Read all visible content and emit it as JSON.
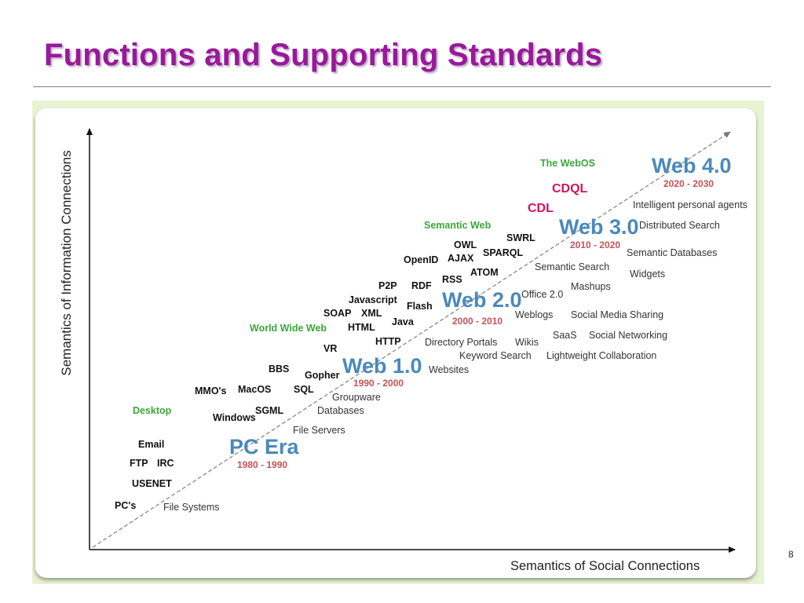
{
  "slide": {
    "title": "Functions and Supporting Standards",
    "page_number": "8"
  },
  "diagram": {
    "y_axis_label": "Semantics of Information Connections",
    "x_axis_label": "Semantics of Social Connections",
    "eras": [
      {
        "name": "PC Era",
        "years": "1980 - 1990"
      },
      {
        "name": "Web 1.0",
        "years": "1990 - 2000"
      },
      {
        "name": "Web 2.0",
        "years": "2000 - 2010"
      },
      {
        "name": "Web 3.0",
        "years": "2010 - 2020"
      },
      {
        "name": "Web 4.0",
        "years": "2020 - 2030"
      }
    ],
    "categories": [
      "Desktop",
      "World Wide Web",
      "Semantic Web",
      "The WebOS"
    ],
    "languages": [
      "CDL",
      "CDQL"
    ],
    "technologies": [
      "PC's",
      "USENET",
      "FTP",
      "IRC",
      "Email",
      "Windows",
      "SGML",
      "MMO's",
      "MacOS",
      "SQL",
      "BBS",
      "Gopher",
      "VR",
      "HTTP",
      "HTML",
      "SOAP",
      "XML",
      "Java",
      "Javascript",
      "P2P",
      "RDF",
      "Flash",
      "RSS",
      "OpenID",
      "AJAX",
      "OWL",
      "ATOM",
      "SPARQL",
      "SWRL"
    ],
    "services": [
      "File Systems",
      "File Servers",
      "Databases",
      "Groupware",
      "Websites",
      "Keyword Search",
      "Directory Portals",
      "Wikis",
      "Lightweight Collaboration",
      "SaaS",
      "Social Networking",
      "Weblogs",
      "Social Media Sharing",
      "Office 2.0",
      "Mashups",
      "Semantic Search",
      "Widgets",
      "Semantic Databases",
      "Distributed Search",
      "Intelligent personal agents"
    ]
  },
  "colors": {
    "title": "#99199a",
    "era": "#4a89bc",
    "years": "#c45256",
    "category": "#3aa83a",
    "language": "#d0145e",
    "frame": "#e9f3d4"
  }
}
